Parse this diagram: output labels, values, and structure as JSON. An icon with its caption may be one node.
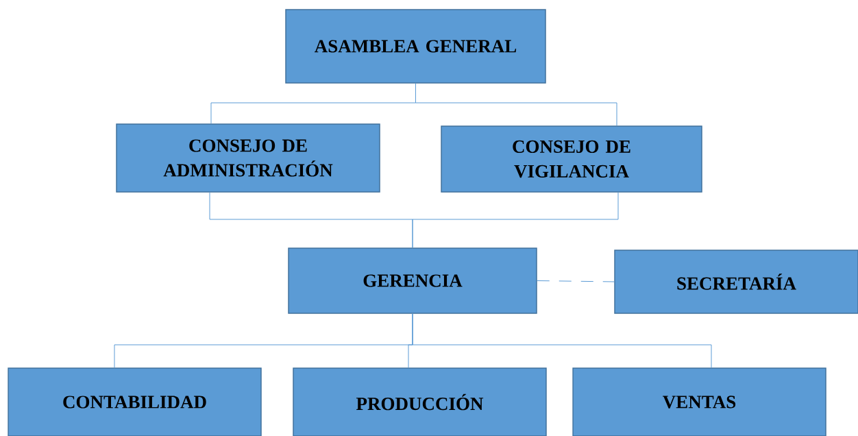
{
  "diagram": {
    "nodes": [
      {
        "text": [
          "ASAMBLEA GENERAL"
        ]
      },
      {
        "text": [
          "CONSEJO DE ADMINISTRACIÓN"
        ]
      },
      {
        "text": [
          "CONSEJO DE VIGILANCIA"
        ]
      },
      {
        "text": [
          "GERENCIA"
        ]
      },
      {
        "text": [
          "SECRETARÍA"
        ]
      },
      {
        "text": [
          "CONTABILIDAD"
        ]
      },
      {
        "text": [
          "PRODUCCIÓN"
        ]
      },
      {
        "text": [
          "VENTAS"
        ]
      }
    ],
    "edges": [
      {
        "from": 0,
        "to": 1,
        "arrow": "none"
      },
      {
        "from": 0,
        "to": 2,
        "arrow": "none"
      },
      {
        "from": 1,
        "to": 3,
        "arrow": "none"
      },
      {
        "from": 2,
        "to": 3,
        "arrow": "none"
      },
      {
        "from": 3,
        "to": 4,
        "arrow": "none",
        "style": "dashed"
      },
      {
        "from": 3,
        "to": 5,
        "arrow": "none"
      },
      {
        "from": 3,
        "to": 6,
        "arrow": "none"
      },
      {
        "from": 3,
        "to": 7,
        "arrow": "none"
      }
    ]
  }
}
